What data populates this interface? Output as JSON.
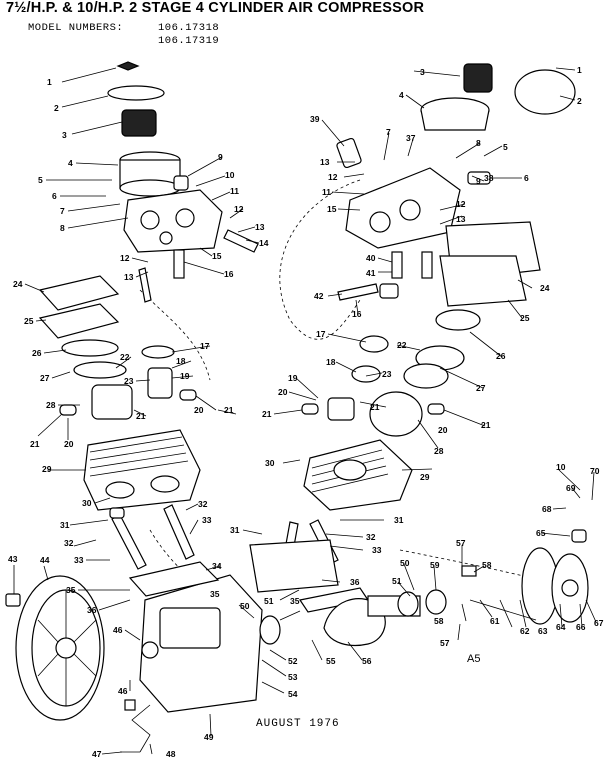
{
  "title": "7½/H.P. & 10/H.P. 2 STAGE 4 CYLINDER AIR COMPRESSOR",
  "model_label": "MODEL NUMBERS:",
  "model_numbers": [
    "106.17318",
    "106.17319"
  ],
  "code": "A5",
  "date": "AUGUST 1976",
  "callouts": [
    {
      "id": "c1",
      "text": "1"
    },
    {
      "id": "c2",
      "text": "2"
    },
    {
      "id": "c3",
      "text": "3"
    },
    {
      "id": "c4",
      "text": "4"
    },
    {
      "id": "c5",
      "text": "5"
    },
    {
      "id": "c6",
      "text": "6"
    },
    {
      "id": "c7",
      "text": "7"
    },
    {
      "id": "c8",
      "text": "8"
    },
    {
      "id": "c9",
      "text": "9"
    },
    {
      "id": "c10",
      "text": "10"
    },
    {
      "id": "c11",
      "text": "11"
    },
    {
      "id": "c12",
      "text": "12"
    },
    {
      "id": "c13",
      "text": "13"
    },
    {
      "id": "c14",
      "text": "14"
    },
    {
      "id": "c15",
      "text": "15"
    },
    {
      "id": "c16",
      "text": "16"
    },
    {
      "id": "c12b",
      "text": "12"
    },
    {
      "id": "c13b",
      "text": "13"
    },
    {
      "id": "r1",
      "text": "1"
    },
    {
      "id": "r2",
      "text": "2"
    },
    {
      "id": "r3",
      "text": "3"
    },
    {
      "id": "r4",
      "text": "4"
    },
    {
      "id": "r39",
      "text": "39"
    },
    {
      "id": "r7",
      "text": "7"
    },
    {
      "id": "r37",
      "text": "37"
    },
    {
      "id": "r8",
      "text": "8"
    },
    {
      "id": "r5",
      "text": "5"
    },
    {
      "id": "r13",
      "text": "13"
    },
    {
      "id": "r12",
      "text": "12"
    },
    {
      "id": "r9",
      "text": "9"
    },
    {
      "id": "r6",
      "text": "6"
    },
    {
      "id": "r38",
      "text": "38"
    },
    {
      "id": "r11",
      "text": "11"
    },
    {
      "id": "r15",
      "text": "15"
    },
    {
      "id": "r12b",
      "text": "12"
    },
    {
      "id": "r13b",
      "text": "13"
    },
    {
      "id": "r40",
      "text": "40"
    },
    {
      "id": "r41",
      "text": "41"
    },
    {
      "id": "r42",
      "text": "42"
    },
    {
      "id": "r16",
      "text": "16"
    },
    {
      "id": "r24",
      "text": "24"
    },
    {
      "id": "r25",
      "text": "25"
    },
    {
      "id": "l24",
      "text": "24"
    },
    {
      "id": "l25",
      "text": "25"
    },
    {
      "id": "l26",
      "text": "26"
    },
    {
      "id": "l17",
      "text": "17"
    },
    {
      "id": "l22",
      "text": "22"
    },
    {
      "id": "l18",
      "text": "18"
    },
    {
      "id": "l27",
      "text": "27"
    },
    {
      "id": "l23",
      "text": "23"
    },
    {
      "id": "l19",
      "text": "19"
    },
    {
      "id": "l28",
      "text": "28"
    },
    {
      "id": "l21a",
      "text": "21"
    },
    {
      "id": "l20a",
      "text": "20"
    },
    {
      "id": "l21b",
      "text": "21"
    },
    {
      "id": "l20b",
      "text": "20"
    },
    {
      "id": "l21c",
      "text": "21"
    },
    {
      "id": "m17",
      "text": "17"
    },
    {
      "id": "m22",
      "text": "22"
    },
    {
      "id": "m26",
      "text": "26"
    },
    {
      "id": "m18",
      "text": "18"
    },
    {
      "id": "m23",
      "text": "23"
    },
    {
      "id": "m27",
      "text": "27"
    },
    {
      "id": "m19",
      "text": "19"
    },
    {
      "id": "m20",
      "text": "20"
    },
    {
      "id": "m21a",
      "text": "21"
    },
    {
      "id": "m21b",
      "text": "21"
    },
    {
      "id": "m28",
      "text": "28"
    },
    {
      "id": "m20b",
      "text": "20"
    },
    {
      "id": "m21c",
      "text": "21"
    },
    {
      "id": "l29",
      "text": "29"
    },
    {
      "id": "m30",
      "text": "30"
    },
    {
      "id": "m29",
      "text": "29"
    },
    {
      "id": "l30",
      "text": "30"
    },
    {
      "id": "l31",
      "text": "31"
    },
    {
      "id": "l32a",
      "text": "32"
    },
    {
      "id": "l32b",
      "text": "32"
    },
    {
      "id": "l33a",
      "text": "33"
    },
    {
      "id": "l33b",
      "text": "33"
    },
    {
      "id": "m31a",
      "text": "31"
    },
    {
      "id": "m32",
      "text": "32"
    },
    {
      "id": "m31b",
      "text": "31"
    },
    {
      "id": "m33",
      "text": "33"
    },
    {
      "id": "b43",
      "text": "43"
    },
    {
      "id": "b44",
      "text": "44"
    },
    {
      "id": "b34",
      "text": "34"
    },
    {
      "id": "b35a",
      "text": "35"
    },
    {
      "id": "b36a",
      "text": "36"
    },
    {
      "id": "b35b",
      "text": "35"
    },
    {
      "id": "b36b",
      "text": "36"
    },
    {
      "id": "b51",
      "text": "51"
    },
    {
      "id": "b35c",
      "text": "35"
    },
    {
      "id": "b50",
      "text": "50"
    },
    {
      "id": "b46a",
      "text": "46"
    },
    {
      "id": "b52",
      "text": "52"
    },
    {
      "id": "b53",
      "text": "53"
    },
    {
      "id": "b54",
      "text": "54"
    },
    {
      "id": "b55",
      "text": "55"
    },
    {
      "id": "b56",
      "text": "56"
    },
    {
      "id": "b49",
      "text": "49"
    },
    {
      "id": "b46b",
      "text": "46"
    },
    {
      "id": "b47",
      "text": "47"
    },
    {
      "id": "b48",
      "text": "48"
    },
    {
      "id": "b57a",
      "text": "57"
    },
    {
      "id": "b58a",
      "text": "58"
    },
    {
      "id": "b50b",
      "text": "50"
    },
    {
      "id": "b51b",
      "text": "51"
    },
    {
      "id": "b59",
      "text": "59"
    },
    {
      "id": "b58b",
      "text": "58"
    },
    {
      "id": "b57b",
      "text": "57"
    },
    {
      "id": "b61",
      "text": "61"
    },
    {
      "id": "b62",
      "text": "62"
    },
    {
      "id": "b63",
      "text": "63"
    },
    {
      "id": "b64",
      "text": "64"
    },
    {
      "id": "b66",
      "text": "66"
    },
    {
      "id": "b67",
      "text": "67"
    },
    {
      "id": "b65",
      "text": "65"
    },
    {
      "id": "b68",
      "text": "68"
    },
    {
      "id": "b69",
      "text": "69"
    },
    {
      "id": "b10",
      "text": "10"
    },
    {
      "id": "b70",
      "text": "70"
    }
  ]
}
